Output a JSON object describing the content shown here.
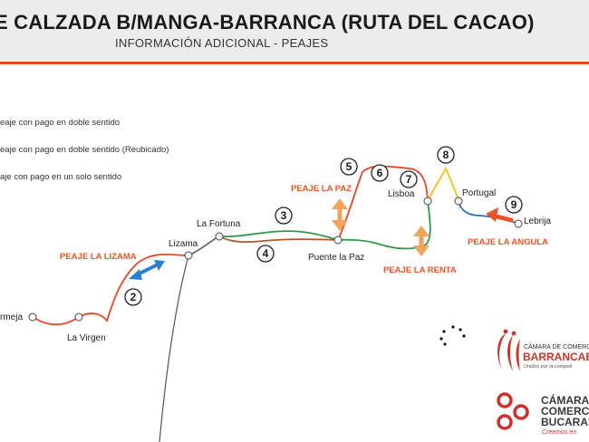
{
  "header": {
    "title": "E CALZADA B/MANGA-BARRANCA (RUTA DEL CACAO)",
    "subtitle": "INFORMACIÓN ADICIONAL - PEAJES"
  },
  "legend": [
    "eaje con pago en doble sentido",
    "eaje con pago en doble sentido (Reubicado)",
    "aje con pago en un solo sentido"
  ],
  "places": {
    "yarmeja": "rmeja",
    "la_virgen": "La Virgen",
    "lizama": "Lizama",
    "la_fortuna": "La Fortuna",
    "puente_la_paz": "Puente la Paz",
    "lisboa": "Lisboa",
    "portugal": "Portugal",
    "lebrija": "Lebrija"
  },
  "tolls": {
    "la_lizama": "PEAJE LA LIZAMA",
    "la_paz": "PEAJE LA PAZ",
    "la_renta": "PEAJE LA RENTA",
    "la_angula": "PEAJE LA ANGULA"
  },
  "markers": [
    "2",
    "3",
    "4",
    "5",
    "6",
    "7",
    "8",
    "9"
  ],
  "logos": {
    "barranca_line1": "CÁMARA DE COMERCIO",
    "barranca_line2": "BARRANCABE",
    "barranca_tagline": "Unidos por la competi",
    "bucaramanga_line1": "CÁMARA",
    "bucaramanga_line2": "COMERCIO",
    "bucaramanga_line3": "BUCARAM",
    "bucaramanga_tagline": "Creemos en"
  },
  "colors": {
    "accent": "#e44a2c",
    "route_red": "#e8452c",
    "route_green": "#2e9a48",
    "route_brown": "#b5572c",
    "route_yellow": "#f2c21b",
    "route_blue": "#2c6fb5",
    "arrow_blue": "#2a7fd0",
    "arrow_orange": "#f3a35c"
  }
}
